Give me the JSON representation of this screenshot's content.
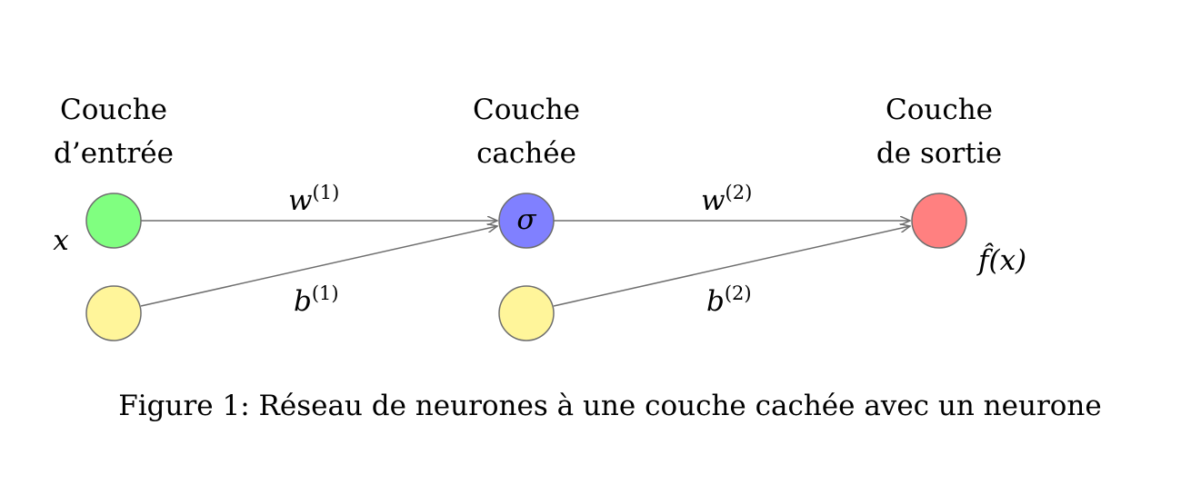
{
  "layers": {
    "input": {
      "line1": "Couche",
      "line2": "d’entrée"
    },
    "hidden": {
      "line1": "Couche",
      "line2": "cachée"
    },
    "output": {
      "line1": "Couche",
      "line2": "de sortie"
    }
  },
  "nodes": {
    "input_x": {
      "symbol": "",
      "color": "#80ff80"
    },
    "input_bias": {
      "symbol": "",
      "color": "#fff59a"
    },
    "hidden": {
      "symbol": "σ",
      "color": "#8080ff"
    },
    "hidden_bias": {
      "symbol": "",
      "color": "#fff59a"
    },
    "output": {
      "symbol": "",
      "color": "#ff8080"
    }
  },
  "labels": {
    "x": "x",
    "w1": {
      "base": "w",
      "sup": "(1)"
    },
    "b1": {
      "base": "b",
      "sup": "(1)"
    },
    "w2": {
      "base": "w",
      "sup": "(2)"
    },
    "b2": {
      "base": "b",
      "sup": "(2)"
    },
    "output": "f̂(x)"
  },
  "caption": "Figure 1: Réseau de neurones à une couche cachée avec un neurone"
}
